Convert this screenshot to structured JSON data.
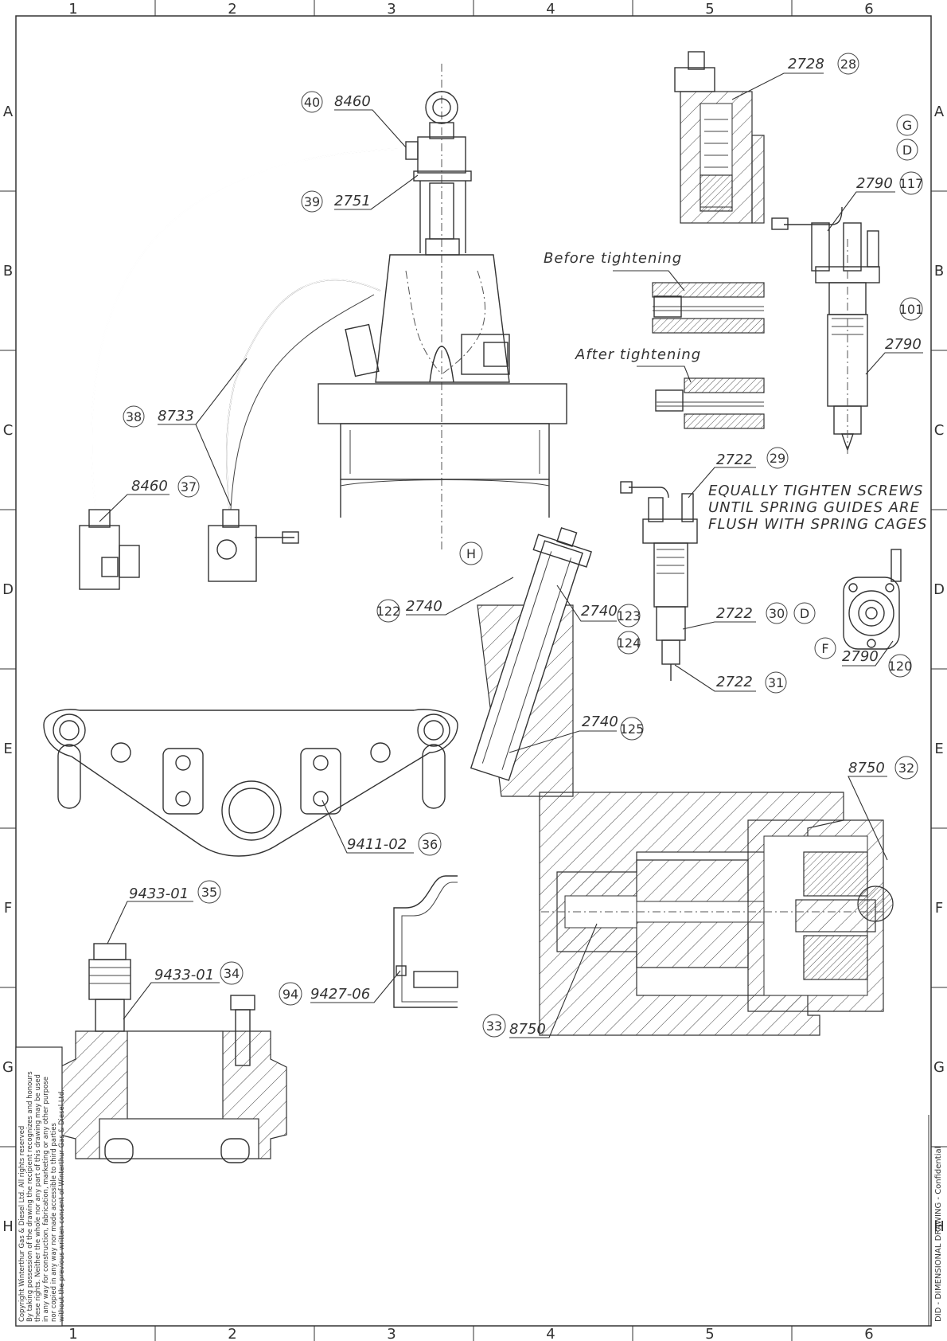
{
  "grid": {
    "columns": [
      "1",
      "2",
      "3",
      "4",
      "5",
      "6"
    ],
    "rows": [
      "A",
      "B",
      "C",
      "D",
      "E",
      "F",
      "G",
      "H"
    ]
  },
  "callouts": {
    "c40": {
      "bubble": "40",
      "part": "8460"
    },
    "c39": {
      "bubble": "39",
      "part": "2751"
    },
    "c38": {
      "bubble": "38",
      "part": "8733"
    },
    "c37": {
      "bubble": "37",
      "part": "8460"
    },
    "c28": {
      "bubble": "28",
      "part": "2728"
    },
    "c117": {
      "bubble": "117",
      "part": "2790"
    },
    "c101": {
      "bubble": "101",
      "part": "2790"
    },
    "c29": {
      "bubble": "29",
      "part": "2722"
    },
    "c30": {
      "bubble": "30",
      "part": "2722"
    },
    "c31": {
      "bubble": "31",
      "part": "2722"
    },
    "c122": {
      "bubble": "122",
      "part": "2740"
    },
    "c123": {
      "bubble": "123",
      "part": "2740"
    },
    "c124": {
      "bubble": "124"
    },
    "c125": {
      "bubble": "125",
      "part": "2740"
    },
    "c120": {
      "bubble": "120",
      "part": "2790"
    },
    "c36": {
      "bubble": "36",
      "part": "9411-02"
    },
    "c35": {
      "bubble": "35",
      "part": "9433-01"
    },
    "c34": {
      "bubble": "34",
      "part": "9433-01"
    },
    "c94": {
      "bubble": "94",
      "part": "9427-06"
    },
    "c32": {
      "bubble": "32",
      "part": "8750"
    },
    "c33": {
      "bubble": "33",
      "part": "8750"
    }
  },
  "view_markers": {
    "G": "G",
    "D_top": "D",
    "D_mid": "D",
    "H": "H",
    "F": "F"
  },
  "notes": {
    "before": "Before tightening",
    "after": "After tightening",
    "equally_line1": "EQUALLY TIGHTEN SCREWS",
    "equally_line2": "UNTIL SPRING GUIDES ARE",
    "equally_line3": "FLUSH WITH SPRING CAGES"
  },
  "copyright": {
    "line1": "Copyright Winterthur Gas & Diesel Ltd. All rights reserved",
    "line2": "By taking possession of the drawing the recipient recognizes and honours",
    "line3": "these rights. Neither the whole nor any part of this drawing may be used",
    "line4": "in any way for construction, fabrication, marketing or any other purpose",
    "line5": "nor copied in any way nor made accessible to third parties",
    "line6": "without the previous written consent of Winterthur Gas & Diesel Ltd."
  },
  "footer": "DID - DIMENSIONAL DRAWING - Confidential"
}
